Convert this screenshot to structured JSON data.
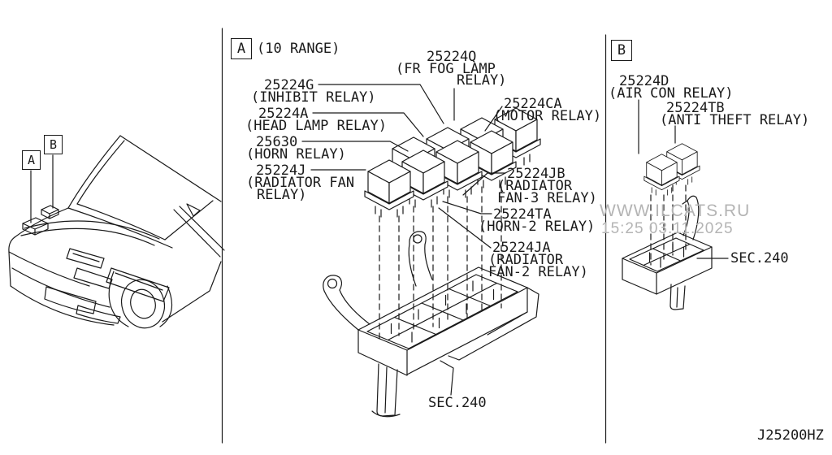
{
  "page": {
    "drawing_code": "J25200HZ"
  },
  "watermark": {
    "site": "WWW.ILCATS.RU",
    "timestamp": "15:25 03.11.2025",
    "color": "#b4b4b4"
  },
  "overview": {
    "callout_a": "A",
    "callout_b": "B"
  },
  "section_a": {
    "callout": "A",
    "range_note": "(10 RANGE)",
    "sec_ref": "SEC.240",
    "parts": [
      {
        "number": "25224G",
        "line1": "(INHIBIT RELAY)"
      },
      {
        "number": "25224A",
        "line1": "(HEAD LAMP RELAY)"
      },
      {
        "number": "25630",
        "line1": "(HORN RELAY)"
      },
      {
        "number": "25224J",
        "line1": "(RADIATOR FAN",
        "line2": "RELAY)"
      },
      {
        "number": "25224Q",
        "line1": "(FR FOG LAMP",
        "line2": "RELAY)"
      },
      {
        "number": "25224CA",
        "line1": "(MOTOR RELAY)"
      },
      {
        "number": "25224JB",
        "line1": "(RADIATOR",
        "line2": "FAN-3 RELAY)"
      },
      {
        "number": "25224TA",
        "line1": "(HORN-2 RELAY)"
      },
      {
        "number": "25224JA",
        "line1": "(RADIATOR",
        "line2": "FAN-2 RELAY)"
      }
    ]
  },
  "section_b": {
    "callout": "B",
    "sec_ref": "SEC.240",
    "parts": [
      {
        "number": "25224D",
        "line1": "(AIR CON RELAY)"
      },
      {
        "number": "25224TB",
        "line1": "(ANTI THEFT RELAY)"
      }
    ]
  },
  "colors": {
    "line": "#1a1a1a",
    "background": "#ffffff"
  }
}
